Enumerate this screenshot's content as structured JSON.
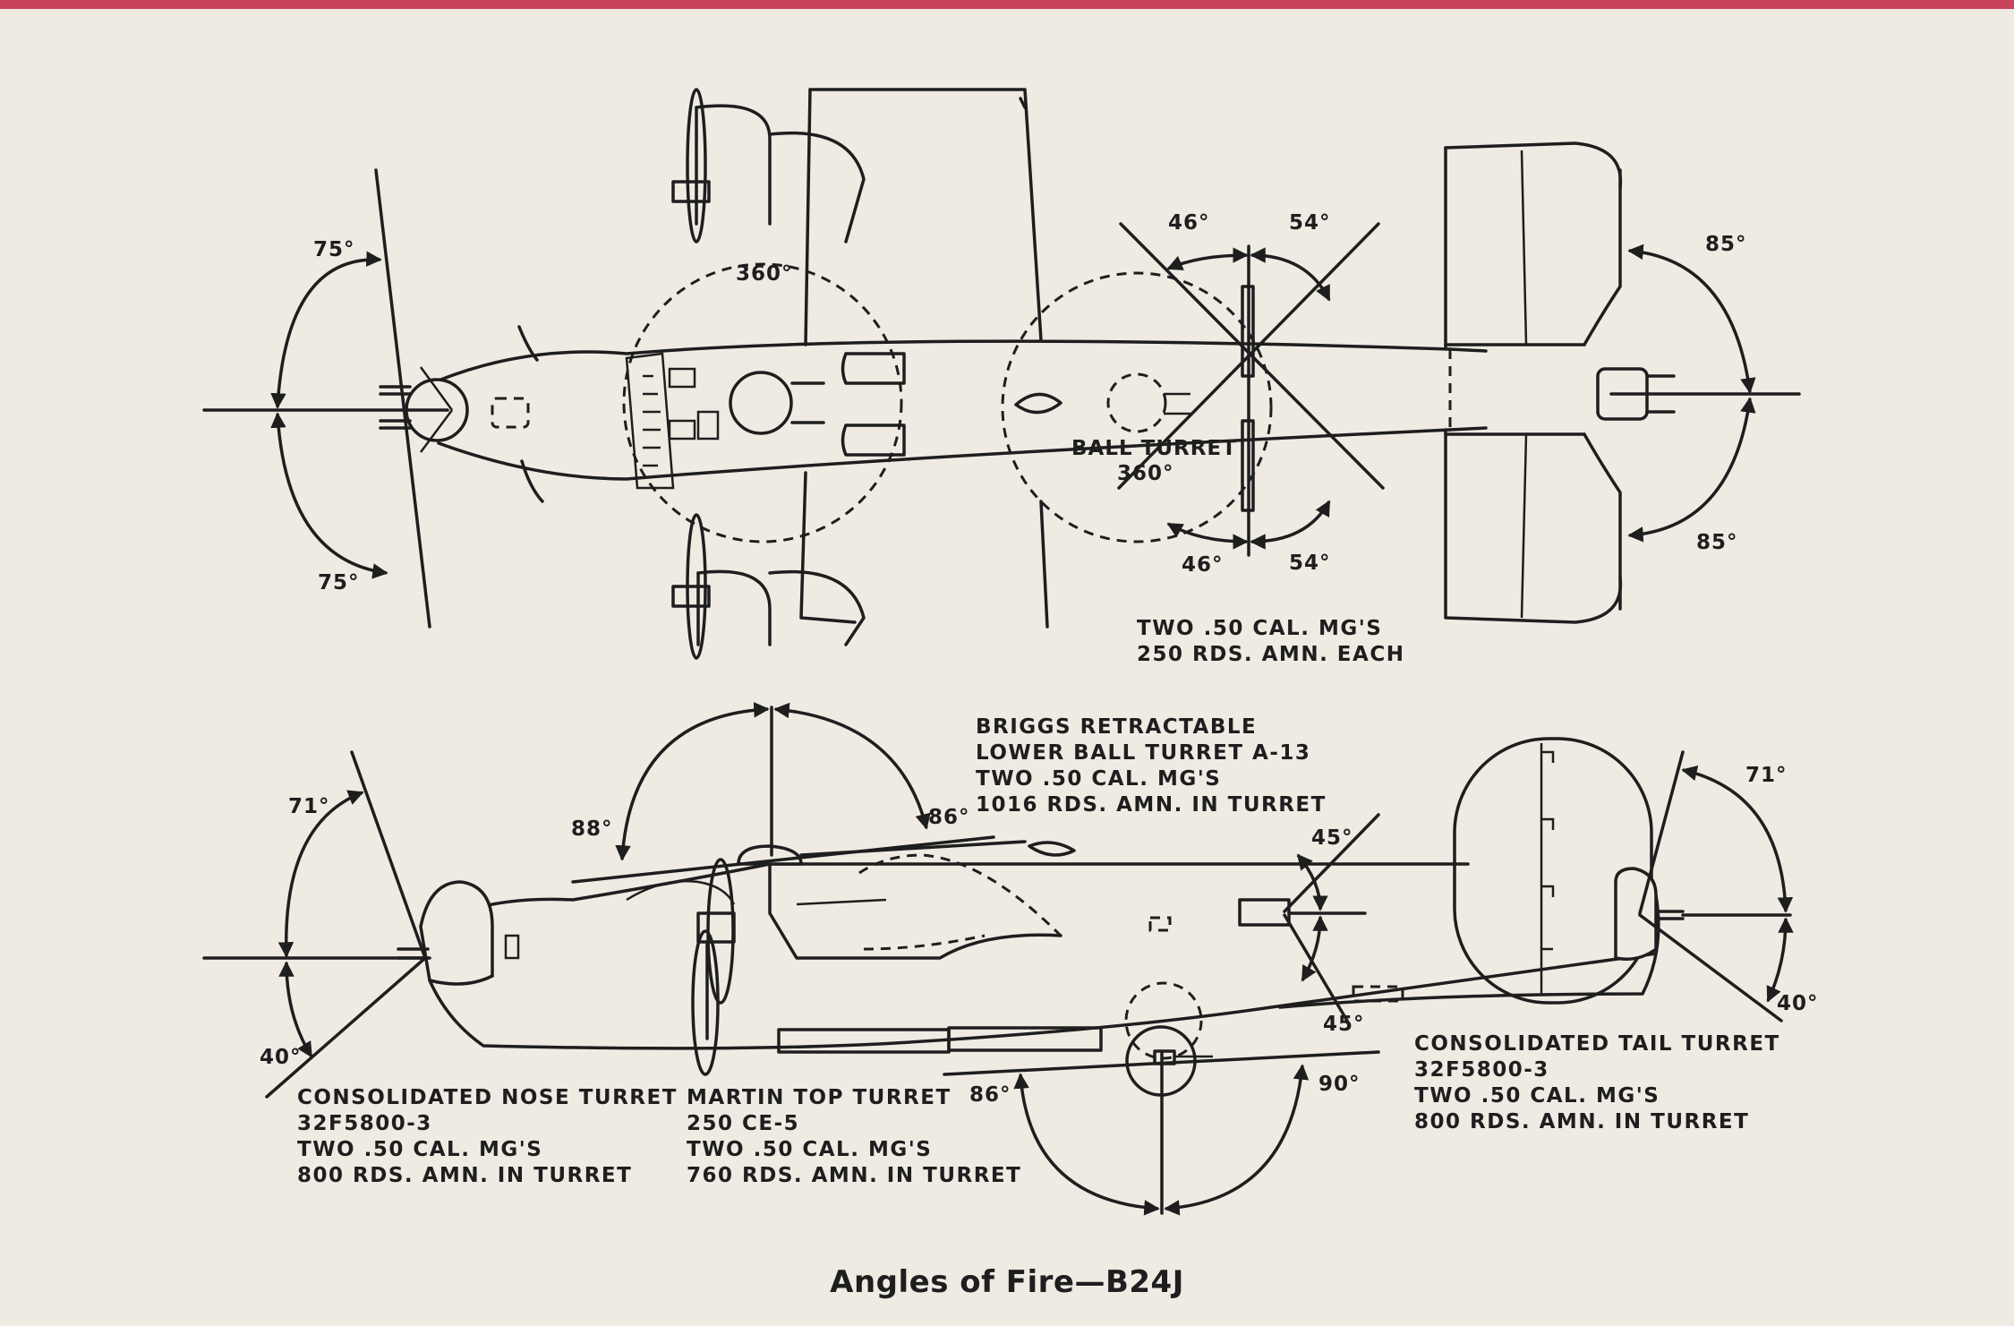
{
  "title": "Angles of Fire—B24J",
  "plan_view": {
    "nose_angles": [
      "75°",
      "75°"
    ],
    "top_turret_angle": "360°",
    "ball_turret_label": "BALL TURRET",
    "ball_turret_angle": "360°",
    "waist_angles_upper": [
      "46°",
      "54°"
    ],
    "waist_angles_lower": [
      "46°",
      "54°"
    ],
    "tail_angles": [
      "85°",
      "85°"
    ],
    "waist_guns_note": [
      "TWO .50 CAL. MG'S",
      "250 RDS. AMN. EACH"
    ]
  },
  "side_view": {
    "nose_angles": [
      "71°",
      "40°"
    ],
    "top_angles": [
      "88°",
      "86°"
    ],
    "waist_angles": [
      "45°",
      "45°"
    ],
    "ball_angles": [
      "86°",
      "90°"
    ],
    "tail_angles": [
      "71°",
      "40°"
    ],
    "briggs_note": [
      "BRIGGS RETRACTABLE",
      "LOWER BALL TURRET A-13",
      "TWO .50 CAL. MG'S",
      "1016 RDS. AMN. IN TURRET"
    ],
    "nose_note": [
      "CONSOLIDATED NOSE TURRET",
      "32F5800-3",
      "TWO .50 CAL. MG'S",
      "800 RDS. AMN. IN TURRET"
    ],
    "top_note": [
      "MARTIN TOP TURRET",
      "250 CE-5",
      "TWO .50 CAL. MG'S",
      "760 RDS. AMN. IN TURRET"
    ],
    "tail_note": [
      "CONSOLIDATED TAIL TURRET",
      "32F5800-3",
      "TWO .50 CAL. MG'S",
      "800 RDS. AMN. IN TURRET"
    ]
  }
}
